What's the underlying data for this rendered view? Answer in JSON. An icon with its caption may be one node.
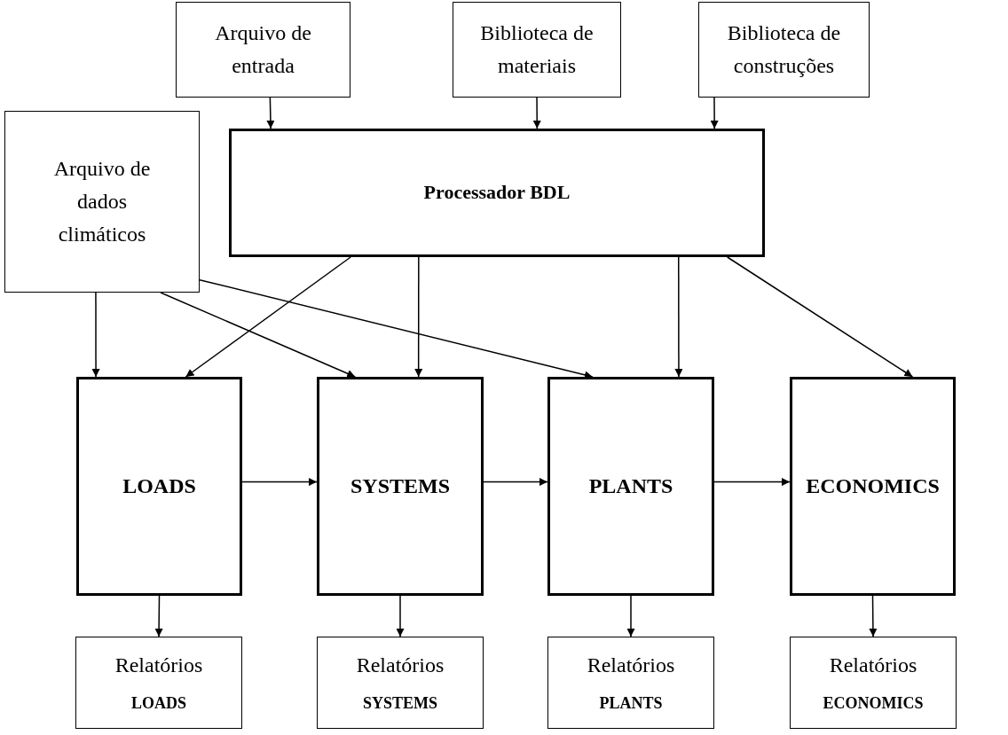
{
  "diagram": {
    "nodes": [
      {
        "text": [
          "Arquivo de entrada"
        ]
      },
      {
        "text": [
          "Biblioteca de materiais"
        ]
      },
      {
        "text": [
          "Biblioteca de construções"
        ]
      },
      {
        "text": [
          "Arquivo de dados climáticos"
        ]
      },
      {
        "text": [
          "Processador BDL"
        ]
      },
      {
        "text": [
          "LOADS"
        ]
      },
      {
        "text": [
          "SYSTEMS"
        ]
      },
      {
        "text": [
          "PLANTS"
        ]
      },
      {
        "text": [
          "ECONOMICS"
        ]
      },
      {
        "text": [
          "Relatórios",
          "LOADS"
        ]
      },
      {
        "text": [
          "Relatórios",
          "SYSTEMS"
        ]
      },
      {
        "text": [
          "Relatórios",
          "PLANTS"
        ]
      },
      {
        "text": [
          "Relatórios",
          "ECONOMICS"
        ]
      }
    ],
    "edges": [
      {
        "from": 0,
        "to": 4,
        "arrow": "to"
      },
      {
        "from": 1,
        "to": 4,
        "arrow": "to"
      },
      {
        "from": 2,
        "to": 4,
        "arrow": "to"
      },
      {
        "from": 3,
        "to": 5,
        "arrow": "to"
      },
      {
        "from": 3,
        "to": 6,
        "arrow": "to"
      },
      {
        "from": 3,
        "to": 7,
        "arrow": "to"
      },
      {
        "from": 4,
        "to": 5,
        "arrow": "to"
      },
      {
        "from": 4,
        "to": 6,
        "arrow": "to"
      },
      {
        "from": 4,
        "to": 7,
        "arrow": "to"
      },
      {
        "from": 4,
        "to": 8,
        "arrow": "to"
      },
      {
        "from": 5,
        "to": 6,
        "arrow": "to"
      },
      {
        "from": 6,
        "to": 7,
        "arrow": "to"
      },
      {
        "from": 7,
        "to": 8,
        "arrow": "to"
      },
      {
        "from": 5,
        "to": 9,
        "arrow": "to"
      },
      {
        "from": 6,
        "to": 10,
        "arrow": "to"
      },
      {
        "from": 7,
        "to": 11,
        "arrow": "to"
      },
      {
        "from": 8,
        "to": 12,
        "arrow": "to"
      }
    ]
  }
}
